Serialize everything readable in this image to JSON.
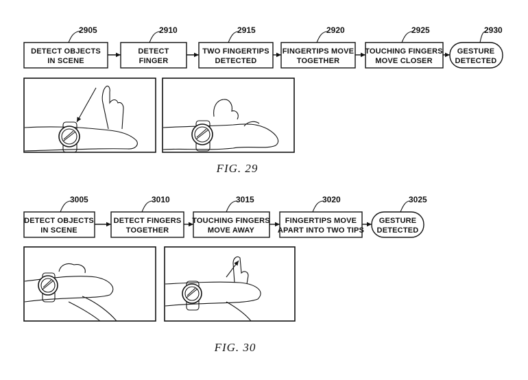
{
  "fig29": {
    "steps": [
      {
        "ref": "2905",
        "line1": "DETECT OBJECTS",
        "line2": "IN SCENE"
      },
      {
        "ref": "2910",
        "line1": "DETECT",
        "line2": "FINGER"
      },
      {
        "ref": "2915",
        "line1": "TWO FINGERTIPS",
        "line2": "DETECTED"
      },
      {
        "ref": "2920",
        "line1": "FINGERTIPS MOVE",
        "line2": "TOGETHER"
      },
      {
        "ref": "2925",
        "line1": "TOUCHING FINGERS",
        "line2": "MOVE CLOSER"
      },
      {
        "ref": "2930",
        "line1": "GESTURE",
        "line2": "DETECTED"
      }
    ],
    "caption": "FIG.  29"
  },
  "fig30": {
    "steps": [
      {
        "ref": "3005",
        "line1": "DETECT OBJECTS",
        "line2": "IN SCENE"
      },
      {
        "ref": "3010",
        "line1": "DETECT FINGERS",
        "line2": "TOGETHER"
      },
      {
        "ref": "3015",
        "line1": "TOUCHING FINGERS",
        "line2": "MOVE AWAY"
      },
      {
        "ref": "3020",
        "line1": "FINGERTIPS MOVE",
        "line2": "APART INTO TWO TIPS"
      },
      {
        "ref": "3025",
        "line1": "GESTURE",
        "line2": "DETECTED"
      }
    ],
    "caption": "FIG.  30"
  }
}
